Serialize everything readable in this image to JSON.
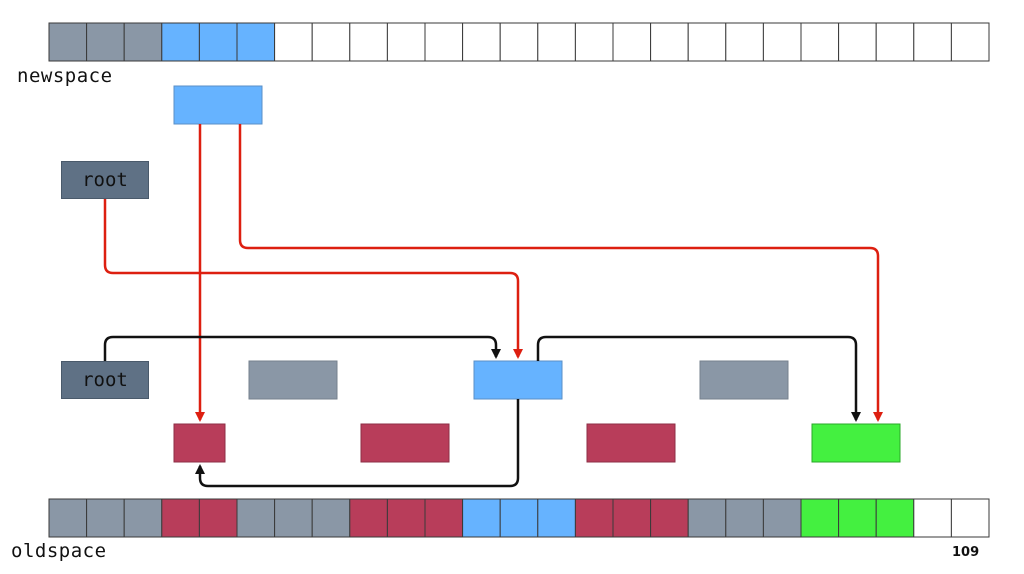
{
  "labels": {
    "newspace": "newspace",
    "oldspace": "oldspace",
    "root_top": "root",
    "root_bottom": "root",
    "page_number": "109"
  },
  "colors": {
    "grey": "#8a97a6",
    "blue": "#66b3ff",
    "red": "#b83d5a",
    "green": "#44f040",
    "white": "#ffffff",
    "root": "#5f7185",
    "arrow_red": "#dd1f10",
    "arrow_black": "#111111"
  },
  "newspace_cells": [
    "grey",
    "grey",
    "grey",
    "blue",
    "blue",
    "blue",
    "white",
    "white",
    "white",
    "white",
    "white",
    "white",
    "white",
    "white",
    "white",
    "white",
    "white",
    "white",
    "white",
    "white",
    "white",
    "white",
    "white",
    "white",
    "white"
  ],
  "oldspace_cells": [
    "grey",
    "grey",
    "grey",
    "red",
    "red",
    "grey",
    "grey",
    "grey",
    "red",
    "red",
    "red",
    "blue",
    "blue",
    "blue",
    "red",
    "red",
    "red",
    "grey",
    "grey",
    "grey",
    "green",
    "green",
    "green",
    "white",
    "white"
  ]
}
